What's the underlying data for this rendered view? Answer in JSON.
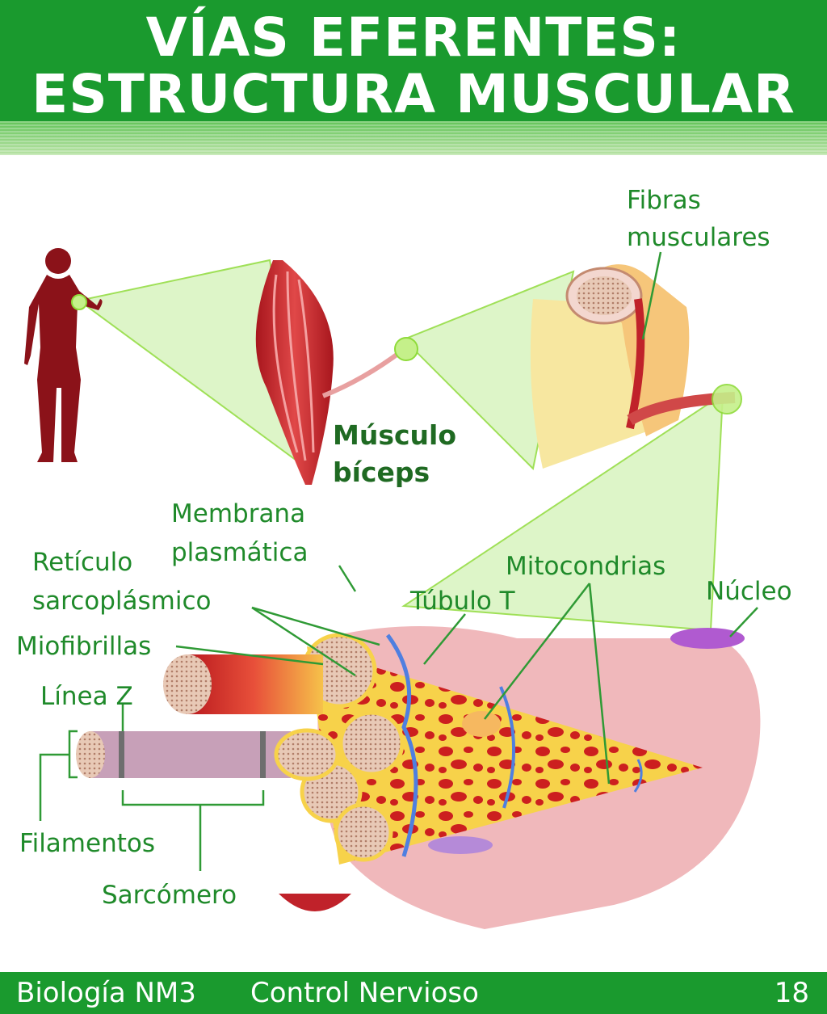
{
  "header": {
    "title_line1": "VÍAS EFERENTES:",
    "title_line2": "ESTRUCTURA MUSCULAR"
  },
  "labels": {
    "fibras_musculares_1": "Fibras",
    "fibras_musculares_2": "musculares",
    "musculo_biceps_1": "Músculo",
    "musculo_biceps_2": "bíceps",
    "membrana_1": "Membrana",
    "membrana_2": "plasmática",
    "reticulo_1": "Retículo",
    "reticulo_2": "sarcoplásmico",
    "mitocondrias": "Mitocondrias",
    "nucleo": "Núcleo",
    "tubulo_t": "Túbulo T",
    "miofibrillas": "Miofibrillas",
    "linea_z": "Línea Z",
    "filamentos": "Filamentos",
    "sarcomero": "Sarcómero"
  },
  "footer": {
    "course": "Biología NM3",
    "topic": "Control Nervioso",
    "page_number": "18"
  },
  "colors": {
    "header_green": "#1a9a2e",
    "label_green": "#1f8a2a",
    "muscle_red": "#c0222a",
    "zoom_green": "#d8f4bf",
    "fiber_pink": "#f0b8bb",
    "cytoplasm_yellow": "#f7d24a",
    "t_tubule_blue": "#4f7fe0",
    "nucleus_purple": "#b05ad0"
  }
}
